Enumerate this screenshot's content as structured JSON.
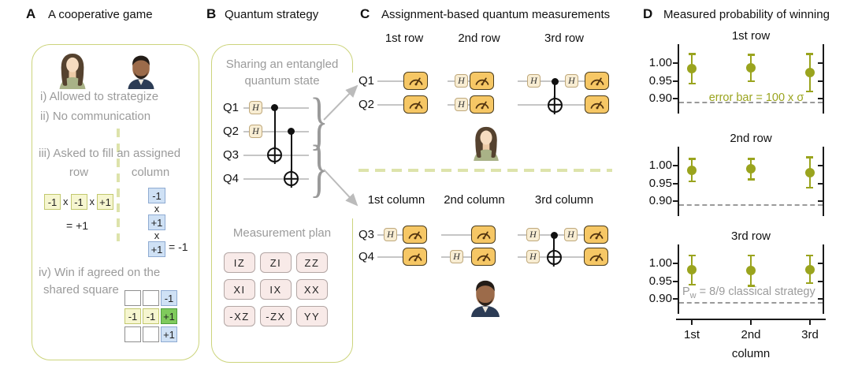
{
  "colors": {
    "accent_olive": "#9aa41e",
    "panel_border": "#ccd47c",
    "dashed_divider": "#dde3ab",
    "meter_fill": "#f6c765",
    "meter_border": "#4a3c1d",
    "hgate_fill": "#f8edd3",
    "plan_cell_fill": "#f8eae8",
    "cell_yellow": "#f6f6d0",
    "cell_blue": "#cfe1f5",
    "cell_green": "#7fca5c",
    "gray_text": "#9b9b9b",
    "classical_bound_dash": "#9a9a9a"
  },
  "panelA": {
    "letter": "A",
    "title": "A cooperative game",
    "item_i": "i) Allowed to strategize",
    "item_ii": "ii) No communication",
    "item_iii": "iii) Asked to fill an assigned",
    "row_label": "row",
    "column_label": "column",
    "multiply": "x",
    "row_cells": [
      "-1",
      "-1",
      "+1"
    ],
    "row_result": "= +1",
    "column_cells": [
      "-1",
      "+1",
      "+1"
    ],
    "column_result": "= -1",
    "item_iv_line1": "iv) Win if agreed on the",
    "item_iv_line2": "shared square",
    "grid": [
      [
        "",
        "",
        "-1"
      ],
      [
        "-1",
        "-1",
        "+1"
      ],
      [
        "",
        "",
        "+1"
      ]
    ]
  },
  "panelB": {
    "letter": "B",
    "title": "Quantum strategy",
    "caption_line1": "Sharing an entangled",
    "caption_line2": "quantum state",
    "qubits": [
      "Q1",
      "Q2",
      "Q3",
      "Q4"
    ],
    "h_label": "H",
    "brace": "}",
    "plan_title": "Measurement plan",
    "plan_cells": [
      "IZ",
      "ZI",
      "ZZ",
      "XI",
      "IX",
      "XX",
      "-XZ",
      "-ZX",
      "YY"
    ]
  },
  "panelC": {
    "letter": "C",
    "title": "Assignment-based quantum measurements",
    "top_labels": [
      "1st row",
      "2nd row",
      "3rd row"
    ],
    "bottom_labels": [
      "1st column",
      "2nd column",
      "3rd column"
    ],
    "top_qubits": [
      "Q1",
      "Q2"
    ],
    "bottom_qubits": [
      "Q3",
      "Q4"
    ],
    "h_label": "H"
  },
  "panelD": {
    "letter": "D",
    "title": "Measured probability of winning",
    "ytick_labels": [
      "1.00",
      "0.95",
      "0.90"
    ],
    "xtick_labels": [
      "1st",
      "2nd",
      "3rd"
    ],
    "xlabel": "column",
    "error_bar_annotation": "error bar =  100 x σ",
    "pw_prefix": "P",
    "pw_sub": "w",
    "pw_rest": " = 8/9 classical strategy"
  },
  "chart_data": [
    {
      "type": "scatter",
      "title": "1st row",
      "x_categories": [
        "1st",
        "2nd",
        "3rd"
      ],
      "values": [
        0.985,
        0.987,
        0.974
      ],
      "errors": [
        0.043,
        0.038,
        0.054
      ],
      "yticks": [
        1.0,
        0.95,
        0.9
      ],
      "ylim": [
        0.857,
        1.055
      ],
      "dashed_line_y": 0.889,
      "annotation": "error bar = 100 x σ",
      "point_color": "#9aa41e",
      "legend": "none",
      "grid": "off"
    },
    {
      "type": "scatter",
      "title": "2nd row",
      "x_categories": [
        "1st",
        "2nd",
        "3rd"
      ],
      "values": [
        0.988,
        0.991,
        0.981
      ],
      "errors": [
        0.033,
        0.03,
        0.044
      ],
      "yticks": [
        1.0,
        0.95,
        0.9
      ],
      "ylim": [
        0.857,
        1.055
      ],
      "dashed_line_y": 0.889,
      "point_color": "#9aa41e",
      "legend": "none",
      "grid": "off"
    },
    {
      "type": "scatter",
      "title": "3rd row",
      "x_categories": [
        "1st",
        "2nd",
        "3rd"
      ],
      "values": [
        0.982,
        0.98,
        0.984
      ],
      "errors": [
        0.042,
        0.044,
        0.04
      ],
      "yticks": [
        1.0,
        0.95,
        0.9
      ],
      "ylim": [
        0.857,
        1.055
      ],
      "dashed_line_y": 0.889,
      "annotation": "Pw = 8/9 classical strategy",
      "xlabel": "column",
      "point_color": "#9aa41e",
      "legend": "none",
      "grid": "off"
    }
  ]
}
